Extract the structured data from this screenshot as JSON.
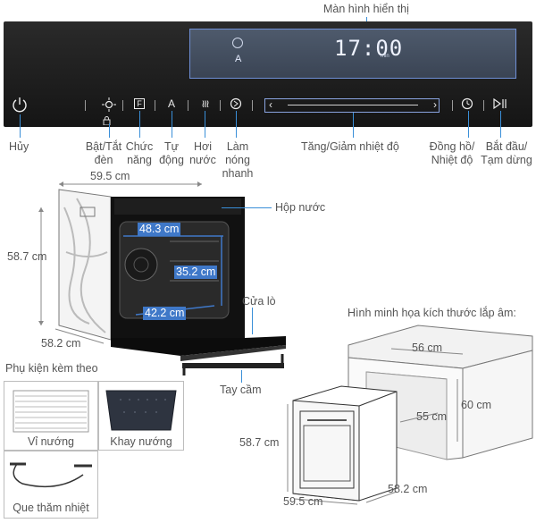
{
  "screen_label": "Màn hình hiển thị",
  "display": {
    "time": "17:00",
    "unit": "min",
    "mode": "A"
  },
  "controls": {
    "cancel": "Hủy",
    "light": "Bật/Tắt đèn",
    "function": "Chức năng",
    "auto": "Tự động",
    "steam": "Hơi nước",
    "quick_heat": "Làm nóng nhanh",
    "temp": "Tăng/Giảm nhiệt độ",
    "clock": "Đồng hồ/ Nhiệt độ",
    "start": "Bắt đầu/ Tạm dừng"
  },
  "oven": {
    "width": "59.5 cm",
    "height": "58.7 cm",
    "depth": "58.2 cm",
    "inner_width": "48.3 cm",
    "inner_height": "35.2 cm",
    "inner_depth": "42.2 cm",
    "water_tank": "Hộp nước",
    "door": "Cửa lò",
    "handle": "Tay cầm"
  },
  "accessories": {
    "title": "Phụ kiện kèm theo",
    "items": [
      "Vỉ nướng",
      "Khay nướng",
      "Que thăm nhiệt"
    ]
  },
  "install": {
    "title": "Hình minh họa kích thước lắp âm:",
    "cab_width": "56 cm",
    "cab_height": "60 cm",
    "cab_depth": "55 cm",
    "oven_height": "58.7 cm",
    "oven_width": "59.5 cm",
    "oven_depth": "58.2 cm"
  },
  "colors": {
    "accent": "#3f78c8",
    "panel": "#1e1e1e",
    "leader": "#3a8fd8"
  }
}
